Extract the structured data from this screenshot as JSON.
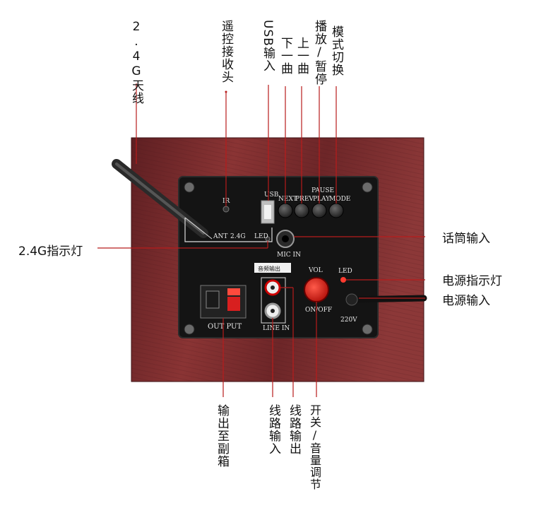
{
  "labels": {
    "antenna_24g": "2.4G天线",
    "ir_receiver": "遥控接收头",
    "usb_input": "USB输入",
    "next_track": "下一曲",
    "prev_track": "上一曲",
    "play_pause": "播放/暂停",
    "mode_switch": "模式切换",
    "indicator_24g": "2.4G指示灯",
    "mic_input": "话筒输入",
    "power_indicator": "电源指示灯",
    "power_input": "电源输入",
    "speaker_output": "输出至副箱",
    "line_input": "线路输入",
    "line_output": "线路输出",
    "power_volume": "开关/音量调节"
  },
  "panel": {
    "usb": "USB",
    "ir": "IR",
    "next": "NEXT",
    "prev": "PREV",
    "pause": "PAUSE",
    "play": "PLAY",
    "mode": "MODE",
    "ant": "ANT",
    "ant_freq": "2.4G",
    "led": "LED",
    "mic_in": "MIC IN",
    "audio_out": "音频输出",
    "vol": "VOL",
    "led2": "LED",
    "on_off": "ON/OFF",
    "voltage": "220V",
    "output": "OUT PUT",
    "line_in": "LINE IN"
  },
  "colors": {
    "wood": "#7a2b2b",
    "panel": "#151515",
    "leader_line": "#b81c1c"
  }
}
